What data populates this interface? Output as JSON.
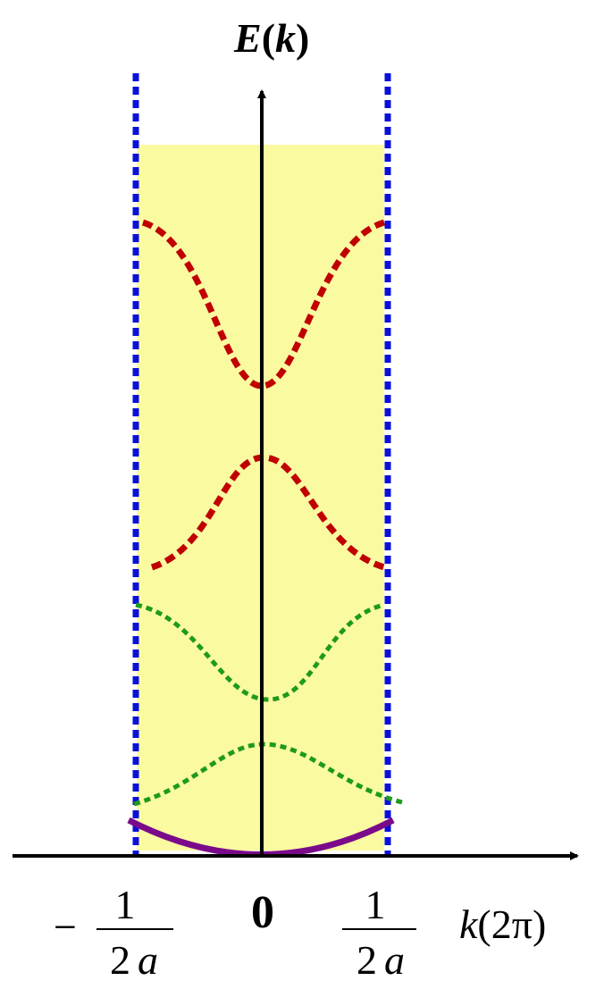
{
  "diagram": {
    "y_axis_label": {
      "symbol": "E",
      "open": "(",
      "var": "k",
      "close": ")"
    },
    "x_axis_label": {
      "var": "k",
      "open": "(",
      "value": "2π",
      "close": ")"
    },
    "tick_left": {
      "sign": "−",
      "numerator": "1",
      "den_num": "2",
      "den_var": "a"
    },
    "tick_zero": "0",
    "tick_right": {
      "numerator": "1",
      "den_num": "2",
      "den_var": "a"
    }
  },
  "colors": {
    "zone_fill": "#fafaa0",
    "zone_boundary": "#0a10d8",
    "band_red": "#c00000",
    "band_green": "#1e9a1e",
    "band_purple": "#7a0a8a",
    "axis": "#000000"
  },
  "bands": [
    {
      "name": "band-1",
      "style": "solid",
      "color": "purple"
    },
    {
      "name": "band-2",
      "style": "dotted",
      "color": "green"
    },
    {
      "name": "band-3",
      "style": "dotted",
      "color": "green"
    },
    {
      "name": "band-4",
      "style": "dotted",
      "color": "red"
    },
    {
      "name": "band-5",
      "style": "dotted",
      "color": "red"
    }
  ]
}
